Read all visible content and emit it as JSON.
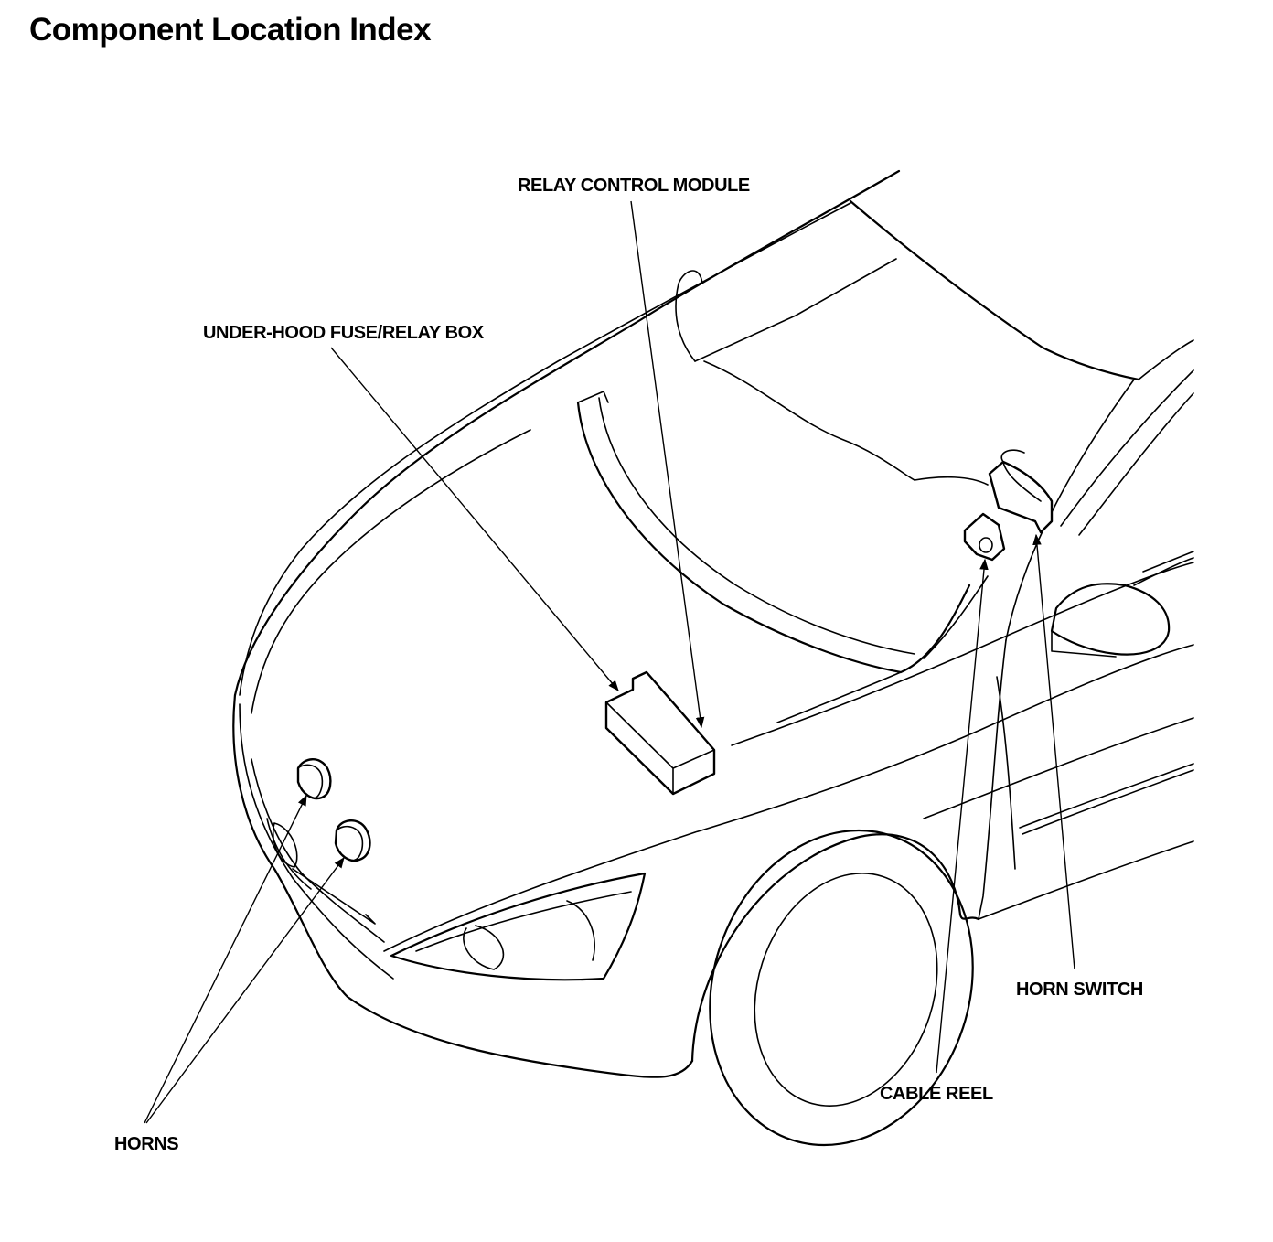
{
  "title": "Component Location Index",
  "labels": {
    "relay_control_module": "RELAY CONTROL MODULE",
    "under_hood_fuse_relay_box": "UNDER-HOOD FUSE/RELAY BOX",
    "horn_switch": "HORN SWITCH",
    "cable_reel": "CABLE REEL",
    "horns": "HORNS"
  },
  "colors": {
    "ink": "#000000",
    "paper": "#ffffff"
  }
}
